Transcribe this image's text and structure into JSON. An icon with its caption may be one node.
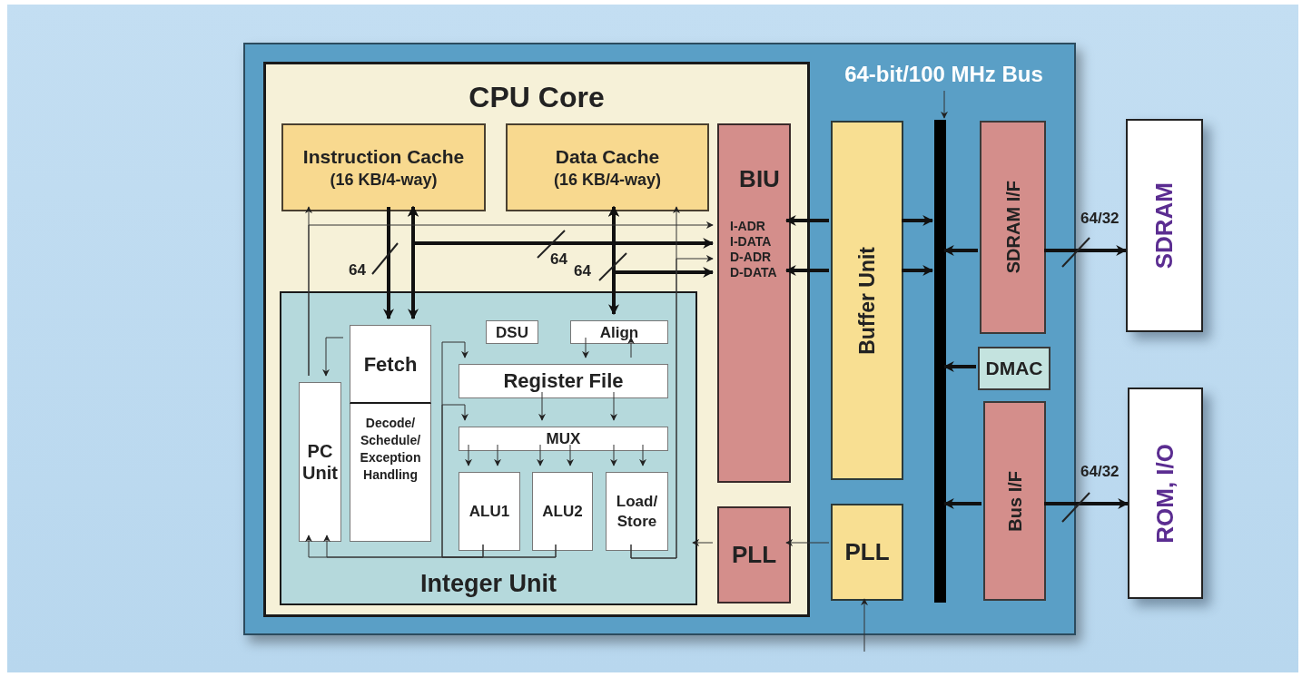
{
  "diagram": {
    "nodes": [
      {
        "text": [],
        "shape": "box"
      },
      {
        "text": [
          "CPU Core"
        ],
        "in": 0
      },
      {
        "text": [
          "Instruction Cache",
          "(16 KB/4-way)"
        ],
        "in": 1
      },
      {
        "text": [
          "Data Cache",
          "(16 KB/4-way)"
        ],
        "in": 1
      },
      {
        "text": [
          "BIU",
          "I-ADR",
          "I-DATA",
          "D-ADR",
          "D-DATA"
        ],
        "in": 1
      },
      {
        "text": [
          "Integer Unit"
        ],
        "in": 1
      },
      {
        "text": [
          "Fetch"
        ],
        "in": 5
      },
      {
        "text": [
          "Decode/ Schedule/ Exception Handling"
        ],
        "in": 5
      },
      {
        "text": [
          "PC Unit"
        ],
        "in": 5
      },
      {
        "text": [
          "DSU"
        ],
        "in": 5
      },
      {
        "text": [
          "Align"
        ],
        "in": 5
      },
      {
        "text": [
          "Register File"
        ],
        "in": 5
      },
      {
        "text": [
          "MUX"
        ],
        "in": 5
      },
      {
        "text": [
          "ALU1"
        ],
        "in": 5
      },
      {
        "text": [
          "ALU2"
        ],
        "in": 5
      },
      {
        "text": [
          "Load/ Store"
        ],
        "in": 5
      },
      {
        "text": [
          "PLL"
        ],
        "in": 1
      },
      {
        "text": [
          "Buffer Unit"
        ],
        "in": 0
      },
      {
        "text": [
          "PLL"
        ],
        "in": 0
      },
      {
        "text": [
          "64-bit/100 MHz Bus"
        ],
        "in": 0
      },
      {
        "text": [],
        "shape": "bar",
        "in": 0
      },
      {
        "text": [
          "SDRAM I/F"
        ],
        "in": 0
      },
      {
        "text": [
          "DMAC"
        ],
        "in": 0
      },
      {
        "text": [
          "Bus I/F"
        ],
        "in": 0
      },
      {
        "text": [
          "SDRAM"
        ]
      },
      {
        "text": [
          "ROM, I/O"
        ]
      }
    ],
    "edges": [
      {
        "from": 2,
        "to": 6,
        "arrow": "to",
        "style": "thick",
        "label": "64"
      },
      {
        "from": 2,
        "to": 6,
        "arrow": "both",
        "style": "thick"
      },
      {
        "from": 2,
        "to": 4,
        "arrow": "both",
        "style": "thick",
        "label": "64"
      },
      {
        "from": 3,
        "to": 10,
        "arrow": "both",
        "style": "thick",
        "label": "64"
      },
      {
        "from": 3,
        "to": 4,
        "arrow": "both",
        "style": "thick"
      },
      {
        "from": 8,
        "to": 2,
        "arrow": "to"
      },
      {
        "from": 8,
        "to": 4,
        "arrow": "to"
      },
      {
        "from": 15,
        "to": 3,
        "arrow": "to"
      },
      {
        "from": 15,
        "to": 4,
        "arrow": "to"
      },
      {
        "from": 6,
        "to": 8,
        "arrow": "to"
      },
      {
        "from": 13,
        "to": 8,
        "arrow": "to"
      },
      {
        "from": 14,
        "to": 8,
        "arrow": "to"
      },
      {
        "from": 13,
        "to": 11,
        "arrow": "to"
      },
      {
        "from": 14,
        "to": 12,
        "arrow": "to"
      },
      {
        "from": 10,
        "to": 11,
        "arrow": "to"
      },
      {
        "from": 11,
        "to": 10,
        "arrow": "to"
      },
      {
        "from": 11,
        "to": 12,
        "arrow": "to"
      },
      {
        "from": 11,
        "to": 12,
        "arrow": "to"
      },
      {
        "from": 12,
        "to": 13,
        "arrow": "to"
      },
      {
        "from": 12,
        "to": 13,
        "arrow": "to"
      },
      {
        "from": 12,
        "to": 14,
        "arrow": "to"
      },
      {
        "from": 12,
        "to": 14,
        "arrow": "to"
      },
      {
        "from": 12,
        "to": 15,
        "arrow": "to"
      },
      {
        "from": 12,
        "to": 15,
        "arrow": "to"
      },
      {
        "from": 17,
        "to": 4,
        "arrow": "to",
        "style": "thick"
      },
      {
        "from": 17,
        "to": 4,
        "arrow": "to",
        "style": "thick"
      },
      {
        "from": 17,
        "to": 20,
        "arrow": "to",
        "style": "thick"
      },
      {
        "from": 17,
        "to": 20,
        "arrow": "to",
        "style": "thick"
      },
      {
        "from": 21,
        "to": 20,
        "arrow": "to",
        "style": "thick"
      },
      {
        "from": 21,
        "to": 24,
        "arrow": "to",
        "style": "thick",
        "label": "64/32"
      },
      {
        "from": 22,
        "to": 20,
        "arrow": "to",
        "style": "thick"
      },
      {
        "from": 23,
        "to": 20,
        "arrow": "to",
        "style": "thick"
      },
      {
        "from": 23,
        "to": 25,
        "arrow": "to",
        "style": "thick",
        "label": "64/32"
      },
      {
        "from": 18,
        "to": 16,
        "arrow": "to"
      },
      {
        "from": 16,
        "to": 5,
        "arrow": "to"
      },
      {
        "from": null,
        "to": 18,
        "arrow": "to"
      },
      {
        "from": 19,
        "to": 20,
        "arrow": "to"
      }
    ]
  }
}
